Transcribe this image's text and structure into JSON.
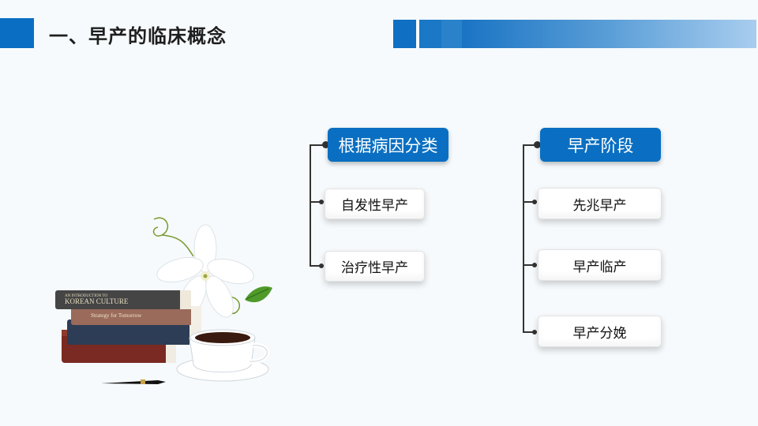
{
  "header": {
    "title": "一、早产的临床概念"
  },
  "left_group": {
    "heading": "根据病因分类",
    "items": [
      "自发性早产",
      "治疗性早产"
    ]
  },
  "right_group": {
    "heading": "早产阶段",
    "items": [
      "先兆早产",
      "早产临产",
      "早产分娩"
    ]
  },
  "illustration": {
    "book_top_title": "KOREAN CULTURE",
    "book_top_subtitle": "AN INTRODUCTION TO",
    "book_second_title": "Strategy for Tomorrow"
  },
  "colors": {
    "primary": "#0a6fc2",
    "line": "#333333"
  }
}
